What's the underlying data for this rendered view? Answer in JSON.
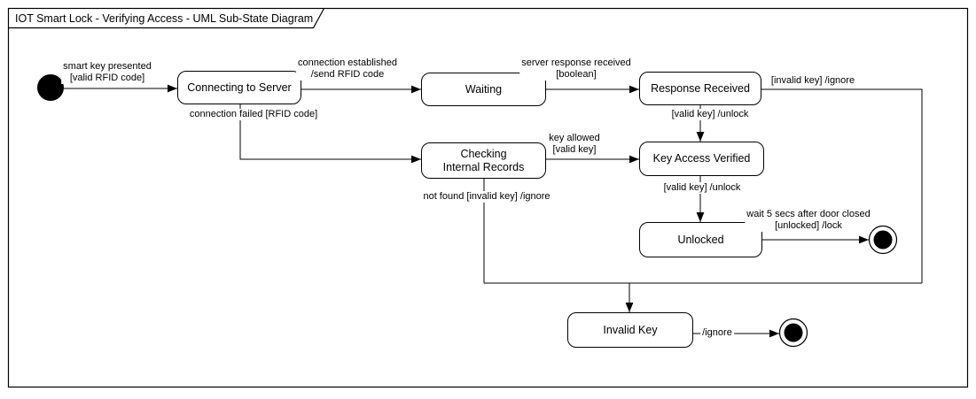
{
  "title": "IOT Smart Lock - Verifying Access - UML Sub-State Diagram",
  "diagram_type": "uml-state-diagram",
  "colors": {
    "stroke": "#000000",
    "node_fill": "#ffffff",
    "background": "#ffffff",
    "text": "#000000"
  },
  "icons": {
    "initial_state": "filled-circle",
    "final_state": "bullseye-circle"
  },
  "states": [
    {
      "id": "connecting",
      "label": "Connecting to Server"
    },
    {
      "id": "waiting",
      "label": "Waiting"
    },
    {
      "id": "response_received",
      "label": "Response Received"
    },
    {
      "id": "checking",
      "label": "Checking\nInternal Records"
    },
    {
      "id": "key_access_verified",
      "label": "Key Access Verified"
    },
    {
      "id": "unlocked",
      "label": "Unlocked"
    },
    {
      "id": "invalid_key",
      "label": "Invalid Key"
    }
  ],
  "transitions": [
    {
      "from": "initial",
      "to": "Connecting to Server",
      "label": "smart key presented\n[valid RFID code]"
    },
    {
      "from": "Connecting to Server",
      "to": "Waiting",
      "label": "connection established\n/send RFID code"
    },
    {
      "from": "Waiting",
      "to": "Response Received",
      "label": "server response received\n[boolean]"
    },
    {
      "from": "Response Received",
      "to": "Invalid Key",
      "label": "[invalid key] /ignore"
    },
    {
      "from": "Response Received",
      "to": "Key Access Verified",
      "label": "[valid key] /unlock"
    },
    {
      "from": "Connecting to Server",
      "to": "Checking Internal Records",
      "label": "connection failed [RFID code]"
    },
    {
      "from": "Checking Internal Records",
      "to": "Key Access Verified",
      "label": "key allowed\n[valid key]"
    },
    {
      "from": "Key Access Verified",
      "to": "Unlocked",
      "label": "[valid key] /unlock"
    },
    {
      "from": "Unlocked",
      "to": "final",
      "label": "wait 5 secs after door closed\n[unlocked] /lock"
    },
    {
      "from": "Checking Internal Records",
      "to": "Invalid Key",
      "label": "not found [invalid key] /ignore"
    },
    {
      "from": "Invalid Key",
      "to": "final",
      "label": "/ignore"
    }
  ]
}
